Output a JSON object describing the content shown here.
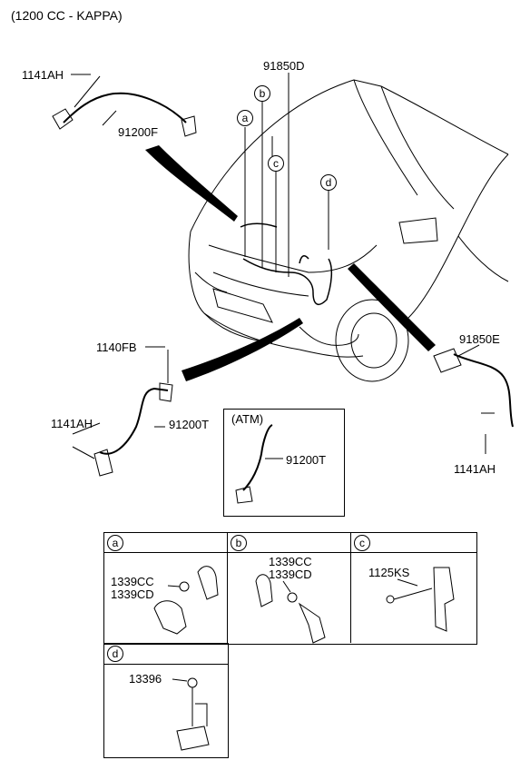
{
  "header": {
    "engine": "(1200 CC - KAPPA)"
  },
  "callouts": {
    "a": "a",
    "b": "b",
    "c": "c",
    "d": "d"
  },
  "parts": {
    "p1141AH_top": "1141AH",
    "p91200F": "91200F",
    "p91850D": "91850D",
    "p1140FB": "1140FB",
    "p1141AH_left": "1141AH",
    "p91200T": "91200T",
    "p91850E": "91850E",
    "p1141AH_right": "1141AH"
  },
  "atm_inset": {
    "title": "(ATM)",
    "part": "91200T"
  },
  "detail_panels": [
    {
      "key": "a",
      "labels": [
        "1339CC",
        "1339CD"
      ]
    },
    {
      "key": "b",
      "labels": [
        "1339CC",
        "1339CD"
      ]
    },
    {
      "key": "c",
      "labels": [
        "1125KS"
      ]
    },
    {
      "key": "d",
      "labels": [
        "13396"
      ]
    }
  ]
}
